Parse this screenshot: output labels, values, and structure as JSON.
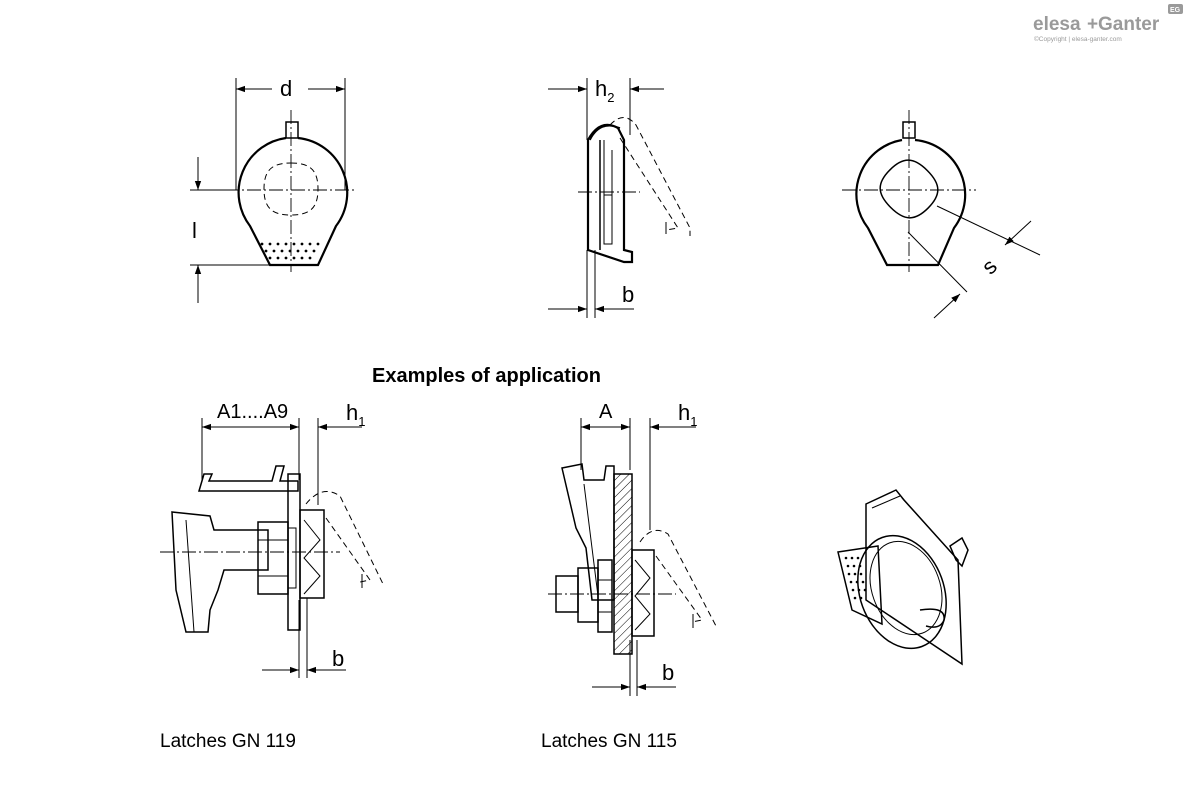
{
  "logo": {
    "brand_left": "elesa",
    "brand_plus": "+",
    "brand_right": "Ganter",
    "badge": "EG",
    "copyright": "©Copyright | elesa-ganter.com"
  },
  "dimensions": {
    "d": "d",
    "l": "l",
    "h2_main": "h",
    "h2_sub": "2",
    "b": "b",
    "s": "s",
    "a_range": "A1....A9",
    "a": "A",
    "h1_main": "h",
    "h1_sub": "1"
  },
  "section_title": "Examples of application",
  "captions": {
    "left": "Latches GN 119",
    "middle": "Latches GN 115"
  }
}
